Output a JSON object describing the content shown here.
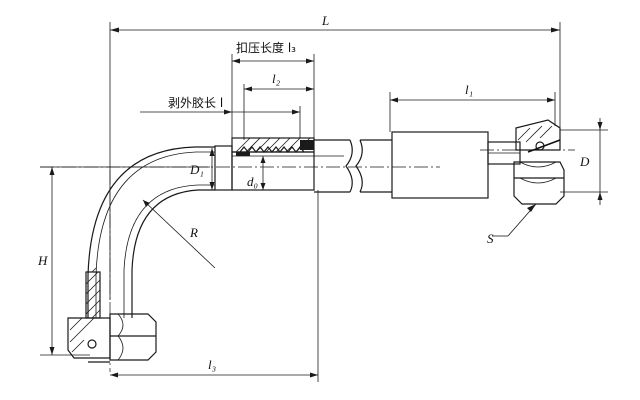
{
  "labels": {
    "overall_length": "L",
    "crimp_length": "扣压长度 l₃",
    "l2": "l₂",
    "strip_length": "剥外胶长 l",
    "l1": "l₁",
    "D": "D",
    "D1": "D₁",
    "d0": "d₀",
    "R": "R",
    "H": "H",
    "S": "S",
    "l3": "l₃"
  }
}
